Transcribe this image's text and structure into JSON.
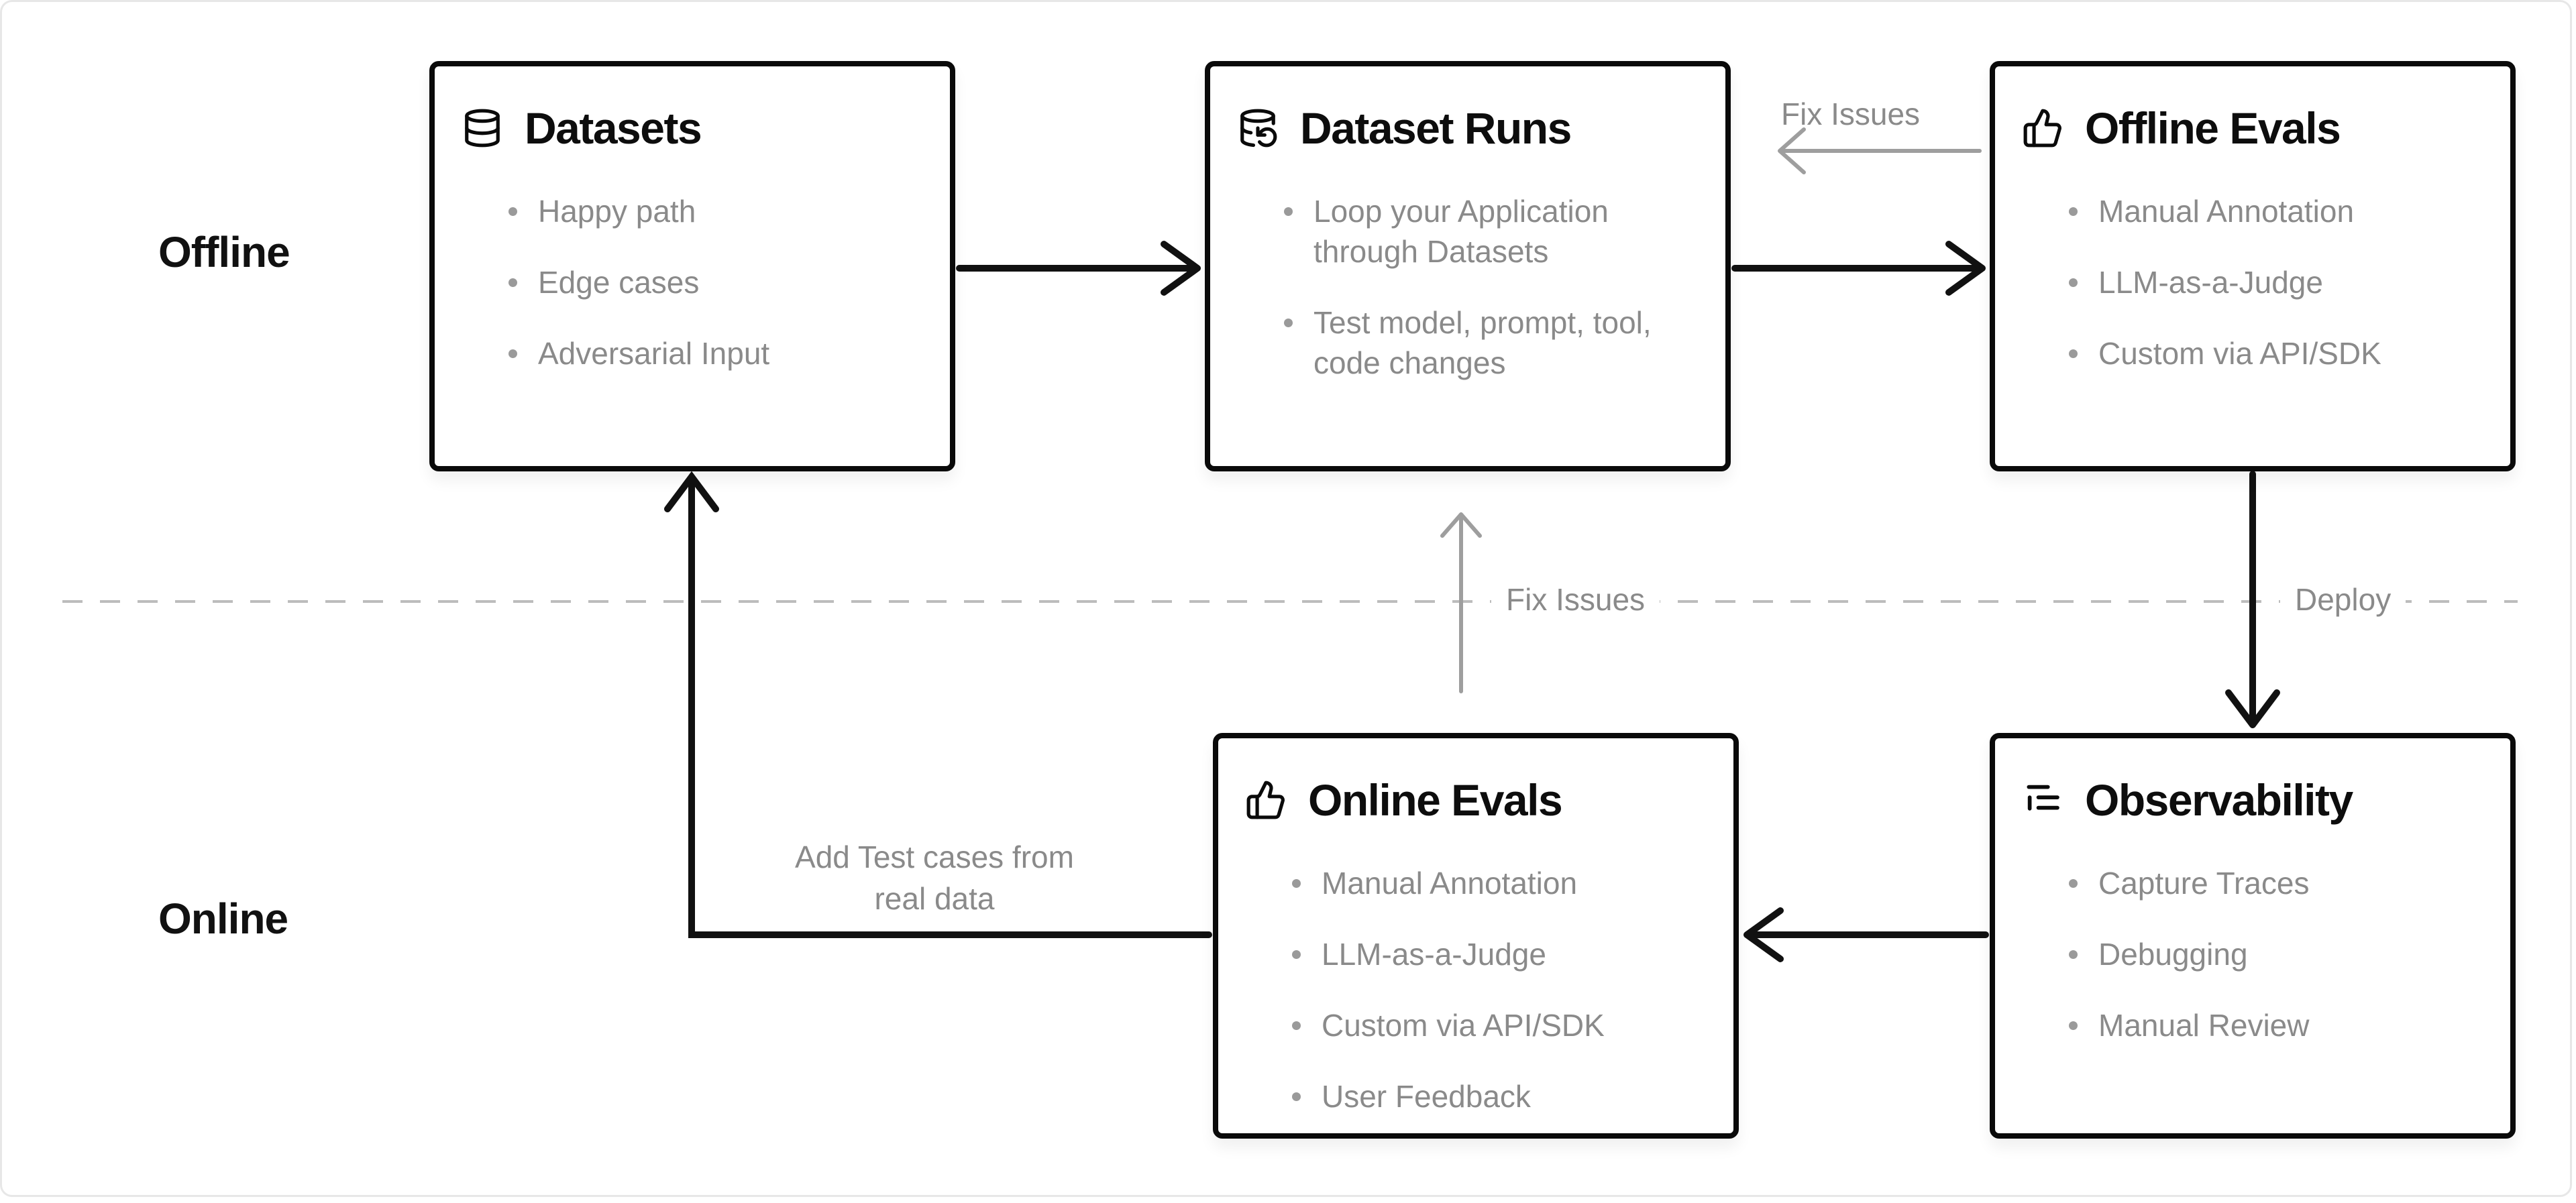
{
  "diagram": {
    "kind": "evaluation-workflow-flowchart",
    "sections": {
      "offline_label": "Offline",
      "online_label": "Online"
    },
    "colors": {
      "node_border": "#0a0a0a",
      "title_text": "#0d0d0d",
      "muted_text": "#8a8a8a",
      "gray_arrow": "#9e9e9e",
      "dashed_divider": "#bcbcbc",
      "background": "#ffffff",
      "frame_border": "#e7e7e7"
    }
  },
  "boxes": [
    {
      "id": "datasets",
      "icon": "database-icon",
      "title": "Datasets",
      "items": [
        "Happy path",
        "Edge cases",
        "Adversarial Input"
      ]
    },
    {
      "id": "dataset-runs",
      "icon": "database-run-icon",
      "title": "Dataset Runs",
      "items": [
        "Loop your Application through Datasets",
        "Test model, prompt, tool, code changes"
      ]
    },
    {
      "id": "offline-evals",
      "icon": "thumbs-up-icon",
      "title": "Offline Evals",
      "items": [
        "Manual Annotation",
        "LLM-as-a-Judge",
        "Custom via API/SDK"
      ]
    },
    {
      "id": "online-evals",
      "icon": "thumbs-up-icon",
      "title": "Online Evals",
      "items": [
        "Manual Annotation",
        "LLM-as-a-Judge",
        "Custom via API/SDK",
        "User Feedback"
      ]
    },
    {
      "id": "observability",
      "icon": "trace-list-icon",
      "title": "Observability",
      "items": [
        "Capture Traces",
        "Debugging",
        "Manual Review"
      ]
    }
  ],
  "edges": {
    "fix_issues_top_label": "Fix Issues",
    "fix_issues_middle_label": "Fix Issues",
    "deploy_label": "Deploy",
    "add_test_cases_label": "Add Test cases from real data"
  }
}
